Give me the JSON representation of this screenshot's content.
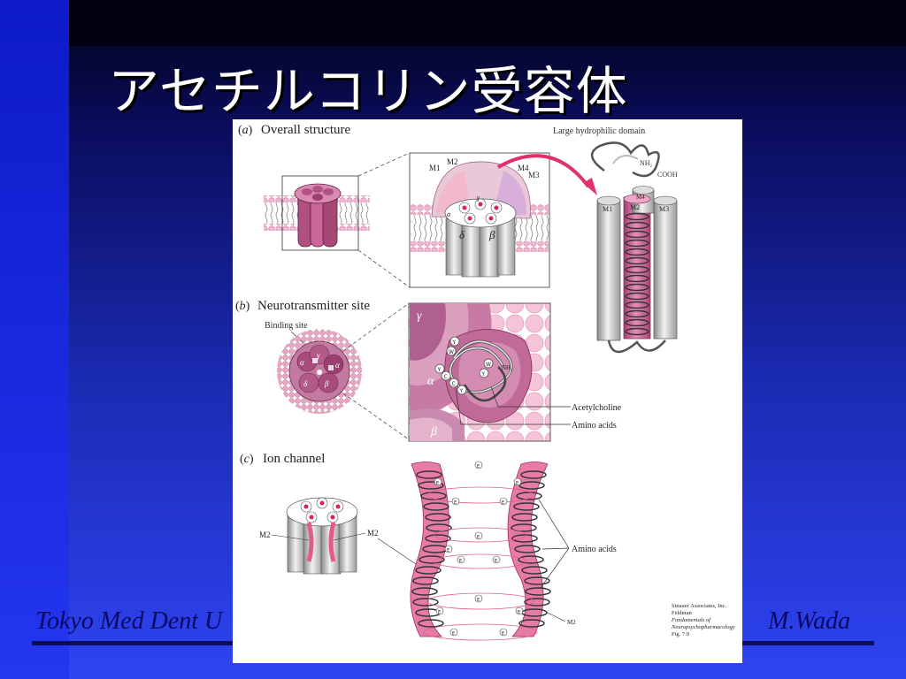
{
  "slide": {
    "title": "アセチルコリン受容体",
    "footer_left": "Tokyo Med Dent U",
    "footer_right": "M.Wada"
  },
  "figure": {
    "panel_a": {
      "letter": "a",
      "title": "Overall structure",
      "hydrophilic_label": "Large hydrophilic domain",
      "labels": {
        "m1": "M1",
        "m2": "M2",
        "m3": "M3",
        "m4": "M4",
        "nh2": "NH₂",
        "cooh": "COOH"
      },
      "subunits": {
        "alpha": "α",
        "gamma": "γ",
        "delta": "δ",
        "beta": "β"
      }
    },
    "panel_b": {
      "letter": "b",
      "title": "Neurotransmitter site",
      "binding_site": "Binding site",
      "acetylcholine": "Acetylcholine",
      "amino_acids": "Amino acids",
      "residues": [
        "Y",
        "W",
        "Y",
        "W",
        "Y",
        "C",
        "C",
        "Y"
      ],
      "nh2": "NH₂"
    },
    "panel_c": {
      "letter": "c",
      "title": "Ion channel",
      "m2_label": "M2",
      "amino_acids": "Amino acids",
      "residue": "E"
    },
    "credit": [
      "Sinauer Associates, Inc.",
      "Feldman",
      "Fundamentals of",
      "Neuropsychopharmacology",
      "Fig. 7.9"
    ]
  },
  "colors": {
    "background_top": "#020214",
    "background_bottom": "#2f44f2",
    "title_text": "#ffffff",
    "footer_text": "#0a0a66",
    "figure_pink": "#d46a9a",
    "figure_magenta": "#e0306e"
  }
}
